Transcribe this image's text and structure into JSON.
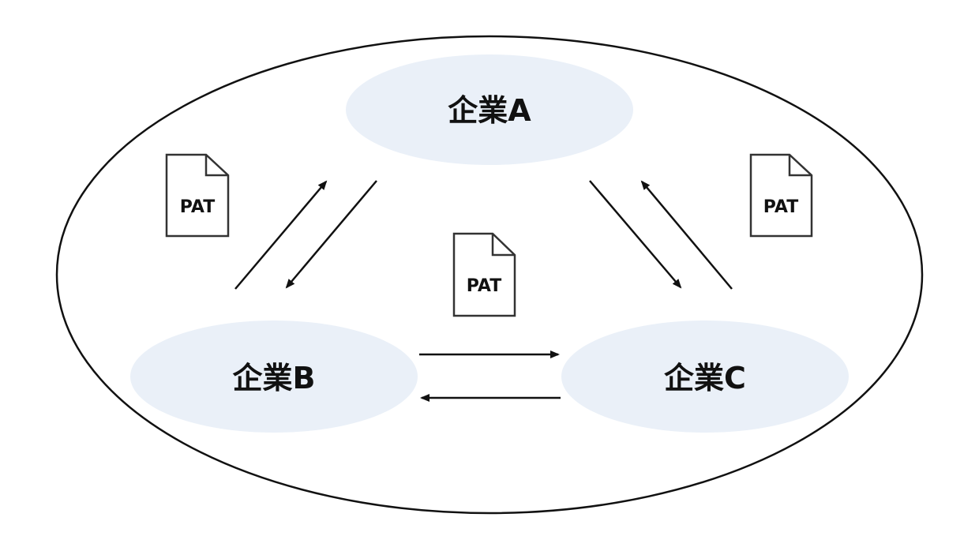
{
  "nodes": {
    "a": {
      "label": "企業A"
    },
    "b": {
      "label": "企業B"
    },
    "c": {
      "label": "企業C"
    }
  },
  "documents": {
    "left": {
      "label": "PAT"
    },
    "center": {
      "label": "PAT"
    },
    "right": {
      "label": "PAT"
    }
  },
  "colors": {
    "node_fill": "#eaf0f8",
    "outline": "#111111",
    "document_stroke": "#333333"
  }
}
